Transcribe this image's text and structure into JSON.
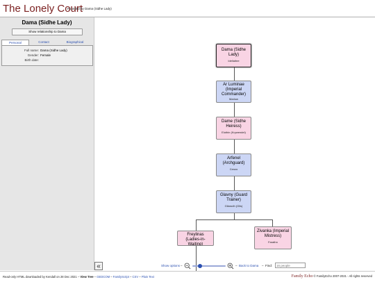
{
  "header": {
    "title": "The Lonely Court",
    "subtitle": "Founded by Dama (Sidhe Lady)"
  },
  "side_panel": {
    "person_name": "Dama (Sidhe Lady)",
    "show_relationship_label": "Show relationship to Dama",
    "tabs": [
      {
        "label": "Personal",
        "active": true
      },
      {
        "label": "Contact",
        "active": false
      },
      {
        "label": "Biographical",
        "active": false
      }
    ],
    "fields": [
      {
        "label": "Full name:",
        "value": "Dama (Sidhe Lady)"
      },
      {
        "label": "Gender:",
        "value": "Female"
      },
      {
        "label": "Birth date:",
        "value": ""
      }
    ]
  },
  "tree": {
    "nodes": [
      {
        "name": "Dama (Sidhe Lady)",
        "sub": "Idellaibre",
        "gender": "female",
        "selected": true
      },
      {
        "name": "Ar Luminae (Imperial Commander)",
        "sub": "Marlow",
        "gender": "male",
        "selected": false
      },
      {
        "name": "Dame (Sidhe Heiress)",
        "sub": "Elothin (Krywendel)",
        "gender": "female",
        "selected": false
      },
      {
        "name": "Arfenel (Archguard)",
        "sub": "Cenzo",
        "gender": "male",
        "selected": false
      },
      {
        "name": "Glavny (Guard Trainer)",
        "sub": "Gilarodh (Gils)",
        "gender": "male",
        "selected": false
      },
      {
        "name": "Freylinas (Ladies-in-Waiting)",
        "sub": "",
        "gender": "female",
        "selected": false
      },
      {
        "name": "Zivanka (Imperial Mistress)",
        "sub": "Farathn",
        "gender": "female",
        "selected": false
      }
    ]
  },
  "controls": {
    "show_options": "Show options",
    "zoom_out_icon": "zoom-out-icon",
    "zoom_in_icon": "zoom-in-icon",
    "zoom_level": 0.35,
    "back_to": "Back to Dama",
    "find_label": "Find:",
    "find_placeholder": "16 people",
    "separator": "–"
  },
  "footer": {
    "left_prefix": "Read-only HTML downloaded by Kendall on 28 Dec 2021 –",
    "view_tree": "View Tree",
    "links": [
      "GEDCOM",
      "FamilyScript",
      "CSV",
      "Plain Text"
    ],
    "right_brand": "Family Echo",
    "right_text": "© FamilyEcho 2007-2021 - All rights reserved"
  },
  "colors": {
    "title": "#7a1f1f",
    "male_node": "#ccd6f5",
    "female_node": "#f9d4e4",
    "link": "#2a4fb0"
  }
}
